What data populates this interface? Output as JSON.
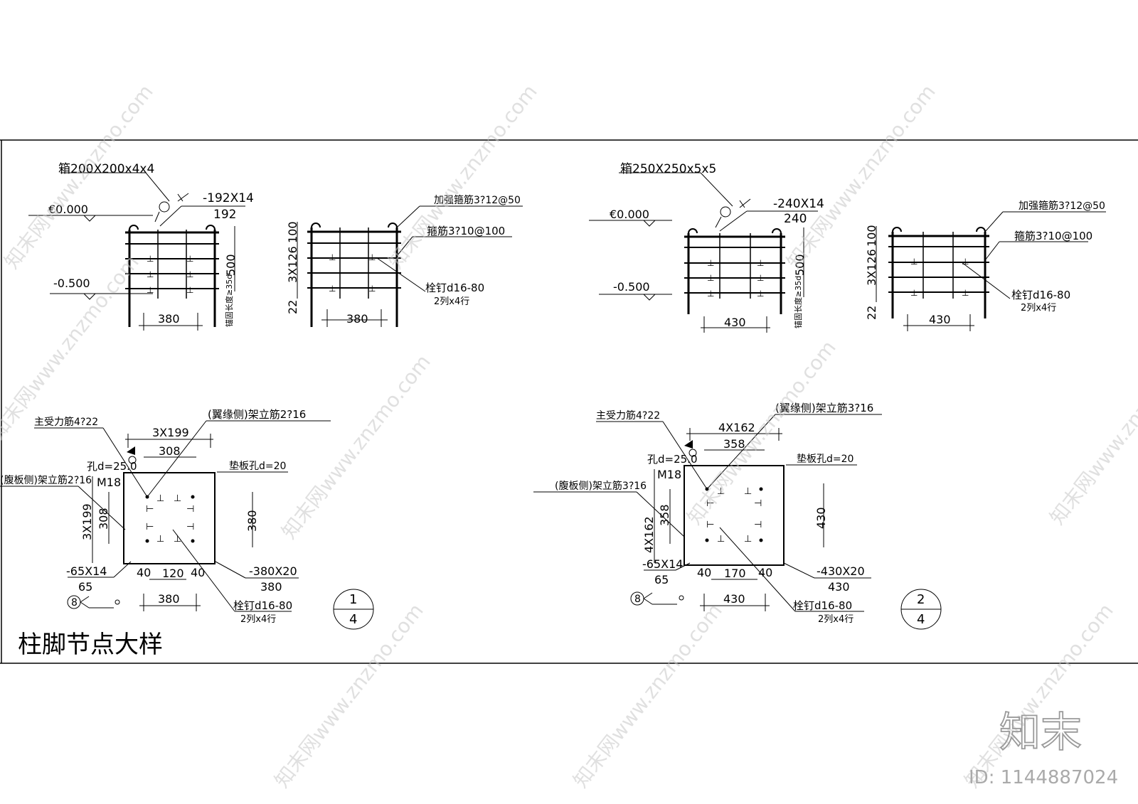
{
  "title": "柱脚节点大样",
  "brand": {
    "logo": "知末",
    "id_label": "ID: 1144887024",
    "watermark": "知末网www.znzmo.com"
  },
  "detail1": {
    "section_a": {
      "tube": "箱200X200x4x4",
      "plate": "-192X14",
      "plate_w": "192",
      "elev_top": "€0.000",
      "elev_bot": "-0.500",
      "height": "500",
      "anchor_note": "锚固长度≥35d",
      "width": "380"
    },
    "section_b": {
      "stirrup_top": "加强箍筋3?12@50",
      "stirrup": "箍筋3?10@100",
      "stud": "栓钉d16-80",
      "stud_rows": "2列x4行",
      "dim_100": "100",
      "dim_3x126": "3X126",
      "dim_22": "22",
      "width": "380"
    },
    "plan": {
      "main_bar": "主受力筋4?22",
      "erect_bar_top": "(翼缘侧)架立筋2?16",
      "erect_bar_left": "(腹板侧)架立筋2?16",
      "dim_top": "3X199",
      "dim_308_top": "308",
      "hole_note": "孔d=25.0",
      "bolt": "M18",
      "pad_note": "垫板孔d=20",
      "dim_left": "3X199",
      "dim_308_left": "308",
      "dim_right": "380",
      "rib": "-65X14",
      "rib_w": "65",
      "dim_40a": "40",
      "dim_mid": "120",
      "dim_40b": "40",
      "base": "-380X20",
      "base_w": "380",
      "width": "380",
      "weld_no": "8",
      "stud": "栓钉d16-80",
      "stud_rows": "2列x4行",
      "ref_top": "1",
      "ref_bot": "4"
    }
  },
  "detail2": {
    "section_a": {
      "tube": "箱250X250x5x5",
      "plate": "-240X14",
      "plate_w": "240",
      "elev_top": "€0.000",
      "elev_bot": "-0.500",
      "height": "500",
      "anchor_note": "锚固长度≥35d",
      "width": "430"
    },
    "section_b": {
      "stirrup_top": "加强箍筋3?12@50",
      "stirrup": "箍筋3?10@100",
      "stud": "栓钉d16-80",
      "stud_rows": "2列x4行",
      "dim_100": "100",
      "dim_3x126": "3X126",
      "dim_22": "22",
      "width": "430"
    },
    "plan": {
      "main_bar": "主受力筋4?22",
      "erect_bar_top": "(翼缘侧)架立筋3?16",
      "erect_bar_left": "(腹板侧)架立筋3?16",
      "dim_top": "4X162",
      "dim_358_top": "358",
      "hole_note": "孔d=25.0",
      "bolt": "M18",
      "pad_note": "垫板孔d=20",
      "dim_left": "4X162",
      "dim_358_left": "358",
      "dim_right": "430",
      "rib": "-65X14",
      "rib_w": "65",
      "dim_40a": "40",
      "dim_mid": "170",
      "dim_40b": "40",
      "base": "-430X20",
      "base_w": "430",
      "width": "430",
      "weld_no": "8",
      "stud": "栓钉d16-80",
      "stud_rows": "2列x4行",
      "ref_top": "2",
      "ref_bot": "4"
    }
  }
}
